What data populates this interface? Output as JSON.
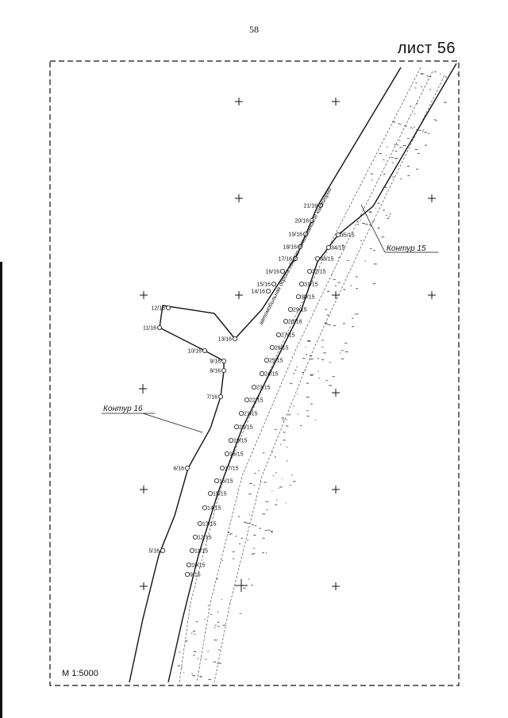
{
  "page": {
    "number": "58",
    "sheet_title": "лист 56"
  },
  "map": {
    "scale_label": "М 1:5000",
    "road_label": "автомобильная дорога общего пользования III категории",
    "contours": [
      {
        "id": "contour-15",
        "label": "Контур 15"
      },
      {
        "id": "contour-16",
        "label": "Контур 16"
      }
    ],
    "points_16": [
      "21/16",
      "20/16",
      "19/16",
      "18/16",
      "17/16",
      "16/16",
      "15/16",
      "14/16",
      "13/16",
      "12/16",
      "11/16",
      "10/16",
      "9/16",
      "8/16",
      "7/16",
      "6/16",
      "5/16"
    ],
    "points_15": [
      "35/15",
      "34/15",
      "33/15",
      "32/15",
      "31/15",
      "30/15",
      "29/15",
      "28/16",
      "27/15",
      "26/15",
      "25/15",
      "24/15",
      "23/15",
      "22/15",
      "21/15",
      "20/15",
      "19/15",
      "18/15",
      "17/15",
      "16/15",
      "15/15",
      "14/15",
      "13/15",
      "12/15",
      "11/15",
      "10/15",
      "9/15"
    ]
  }
}
